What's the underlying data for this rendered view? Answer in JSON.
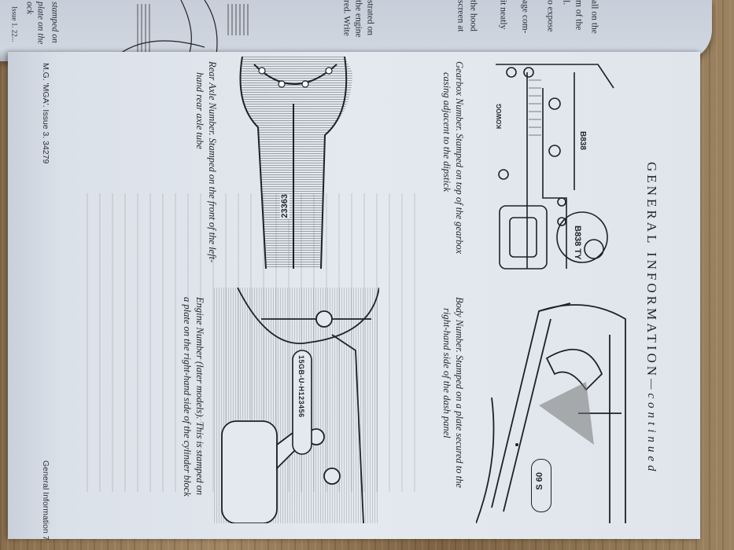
{
  "document": {
    "section_heading": "GENERAL INFORMATION",
    "section_heading_suffix": "—continued",
    "footer_left": "M.G. 'MGA'.  Issue 3.  34279",
    "footer_right": "General Information 7"
  },
  "previous_page": {
    "fragments": [
      "all on the",
      "m of the",
      "l.",
      "o expose",
      "age com-",
      "l.",
      "it neatly",
      "the hood",
      "screen at",
      "strated on",
      "the engine",
      "red. Write"
    ],
    "italic_fragments": [
      "stamped on",
      "plate on the",
      "ock",
      "Issue 1.  22..."
    ]
  },
  "figures": [
    {
      "id": "gearbox",
      "labels": [
        "KOWOG",
        "B838",
        "B838 TY"
      ],
      "caption_line1": "Gearbox Number. Stamped on top of the gearbox",
      "caption_line2": "casing adjacent to the dipstick"
    },
    {
      "id": "body",
      "labels": [
        "S 60"
      ],
      "caption_line1": "Body Number. Stamped on a plate secured to the",
      "caption_line2": "right-hand side of the dash panel"
    },
    {
      "id": "rear-axle",
      "labels": [
        "23363"
      ],
      "caption_line1": "Rear Axle Number. Stamped on the front of the left-",
      "caption_line2": "hand rear axle tube"
    },
    {
      "id": "engine",
      "labels": [
        "15GB-U-H123456"
      ],
      "caption_line1": "Engine Number (later models). This is stamped on",
      "caption_line2": "a plate on the right-hand side of the cylinder block"
    }
  ],
  "colors": {
    "paper": "#e2e7ee",
    "ink": "#23262d",
    "wood": "#8f7452"
  }
}
